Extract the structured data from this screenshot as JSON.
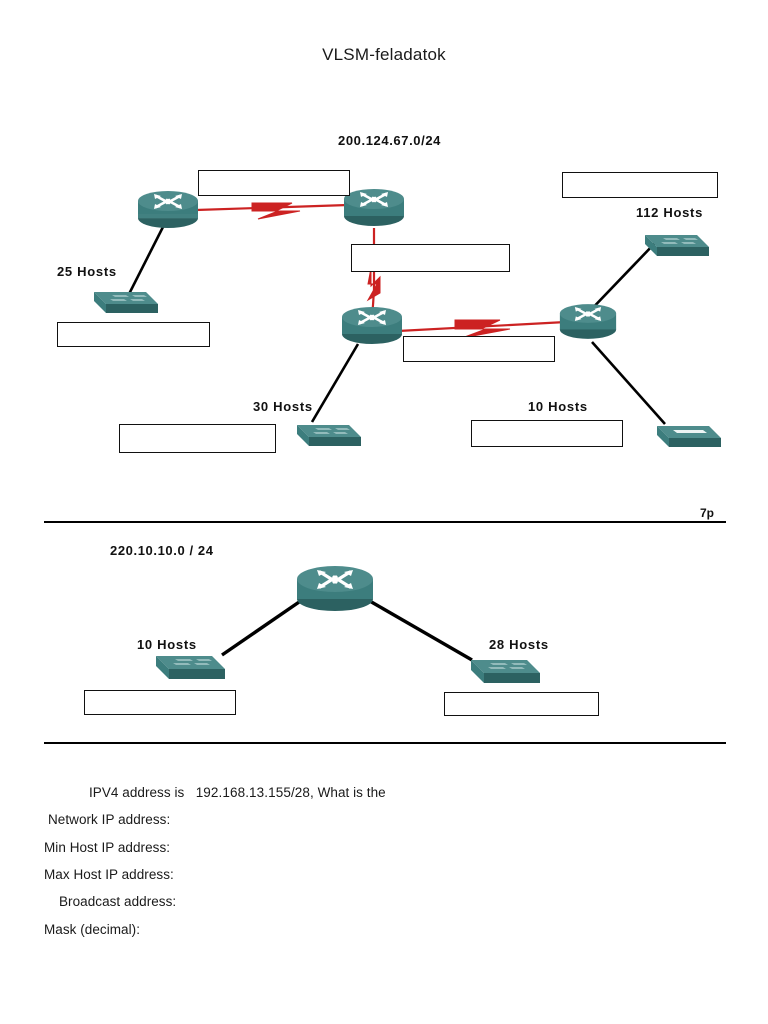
{
  "document": {
    "title": "VLSM-feladatok"
  },
  "exercise1": {
    "network_label": "200.124.67.0/24",
    "points": "7p",
    "host_labels": [
      {
        "id": "hosts-25",
        "text": "25 Hosts"
      },
      {
        "id": "hosts-112",
        "text": "112 Hosts"
      },
      {
        "id": "hosts-30",
        "text": "30 Hosts"
      },
      {
        "id": "hosts-10",
        "text": "10 Hosts"
      }
    ],
    "answer_boxes": [
      {
        "id": "answer-box-r1-r2-serial",
        "value": ""
      },
      {
        "id": "answer-box-top-right-lan",
        "value": ""
      },
      {
        "id": "answer-box-r2-r3-serial",
        "value": ""
      },
      {
        "id": "answer-box-25-hosts-lan",
        "value": ""
      },
      {
        "id": "answer-box-r3-r4-serial",
        "value": ""
      },
      {
        "id": "answer-box-30-hosts-lan",
        "value": ""
      },
      {
        "id": "answer-box-10-hosts-lan",
        "value": ""
      }
    ],
    "devices": [
      {
        "id": "router-1",
        "type": "router"
      },
      {
        "id": "router-2",
        "type": "router"
      },
      {
        "id": "router-3",
        "type": "router"
      },
      {
        "id": "router-4",
        "type": "router"
      },
      {
        "id": "switch-25-hosts",
        "type": "switch"
      },
      {
        "id": "switch-112-hosts",
        "type": "switch"
      },
      {
        "id": "switch-30-hosts",
        "type": "switch"
      },
      {
        "id": "switch-10-hosts",
        "type": "switch"
      }
    ]
  },
  "exercise2": {
    "network_label": "220.10.10.0 / 24",
    "host_labels": [
      {
        "id": "hosts-10",
        "text": "10 Hosts"
      },
      {
        "id": "hosts-28",
        "text": "28 Hosts"
      }
    ],
    "answer_boxes": [
      {
        "id": "answer-box-10-hosts-lan",
        "value": ""
      },
      {
        "id": "answer-box-28-hosts-lan",
        "value": ""
      }
    ],
    "devices": [
      {
        "id": "router-center",
        "type": "router"
      },
      {
        "id": "switch-10-hosts",
        "type": "switch"
      },
      {
        "id": "switch-28-hosts",
        "type": "switch"
      }
    ]
  },
  "exercise3": {
    "prompt_prefix": "IPV4 address is",
    "prompt_ip": "192.168.13.155/28",
    "prompt_suffix": ",  What is the",
    "questions": [
      "Network IP address:",
      "Min Host IP address:",
      "Max Host IP address:",
      "Broadcast address:",
      "Mask  (decimal):"
    ]
  },
  "colors": {
    "device_teal": "#3c7d7d",
    "device_teal_dark": "#2c6161",
    "device_teal_light": "#5e9b9b",
    "serial_link_red": "#cc2222",
    "ethernet_link_black": "#000000",
    "text_black": "#111111"
  }
}
